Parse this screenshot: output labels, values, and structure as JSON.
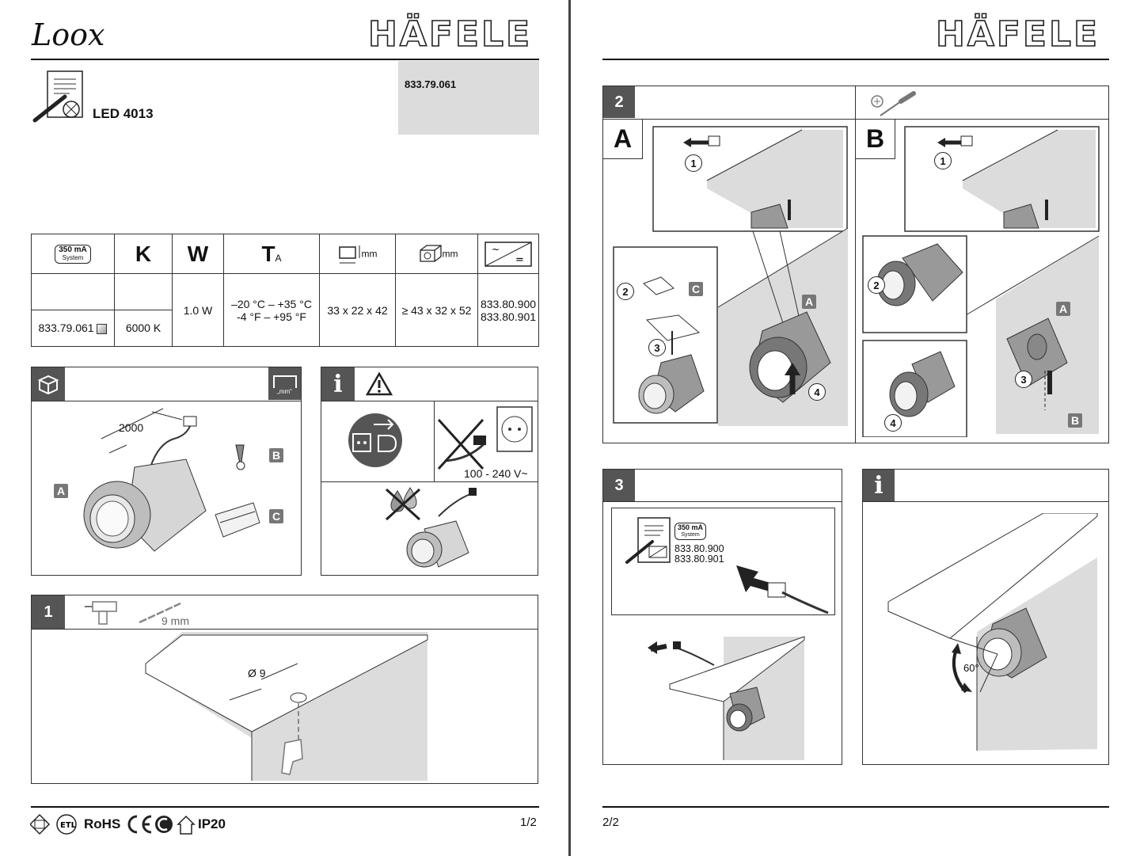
{
  "page1": {
    "logo": "Loox",
    "brand": "HÄFELE",
    "product_name": "LED 4013",
    "article_box": "833.79.061",
    "spec_table": {
      "system_badge": {
        "line1": "350 mA",
        "line2": "System"
      },
      "col_k": "K",
      "col_w": "W",
      "col_ta": "T",
      "col_ta_sub": "A",
      "dim_unit_1": "mm",
      "dim_unit_2": "mm",
      "article": "833.79.061",
      "kelvin": "6000 K",
      "watt": "1.0 W",
      "temp_c": "–20 °C – +35 °C",
      "temp_f": "-4 °F – +95 °F",
      "dims": "33 x 22 x 42",
      "cutout": "≥ 43 x 32 x 52",
      "driver_1": "833.80.900",
      "driver_2": "833.80.901"
    },
    "contents": {
      "unit_icon": "„mm“",
      "cable_length": "2000",
      "labels": {
        "a": "A",
        "b": "B",
        "c": "C"
      }
    },
    "info": {
      "voltage": "100 - 240 V~"
    },
    "step1": {
      "number": "1",
      "drill_size": "9 mm",
      "diameter": "Ø 9"
    },
    "footer": {
      "certs": [
        "RoHS",
        "IP20"
      ],
      "page": "1/2"
    }
  },
  "page2": {
    "brand": "HÄFELE",
    "step2": {
      "number": "2",
      "variant_a": "A",
      "variant_b": "B",
      "steps": [
        "1",
        "2",
        "3",
        "4"
      ],
      "labels": {
        "a": "A",
        "b": "B",
        "c": "C"
      }
    },
    "step3": {
      "number": "3",
      "badge_line1": "350 mA",
      "badge_line2": "System",
      "driver_1": "833.80.900",
      "driver_2": "833.80.901"
    },
    "info": {
      "angle": "60°"
    },
    "footer": {
      "page": "2/2"
    }
  },
  "colors": {
    "header_grey": "#555555",
    "panel_grey": "#dcdcdc",
    "line": "#111111"
  }
}
